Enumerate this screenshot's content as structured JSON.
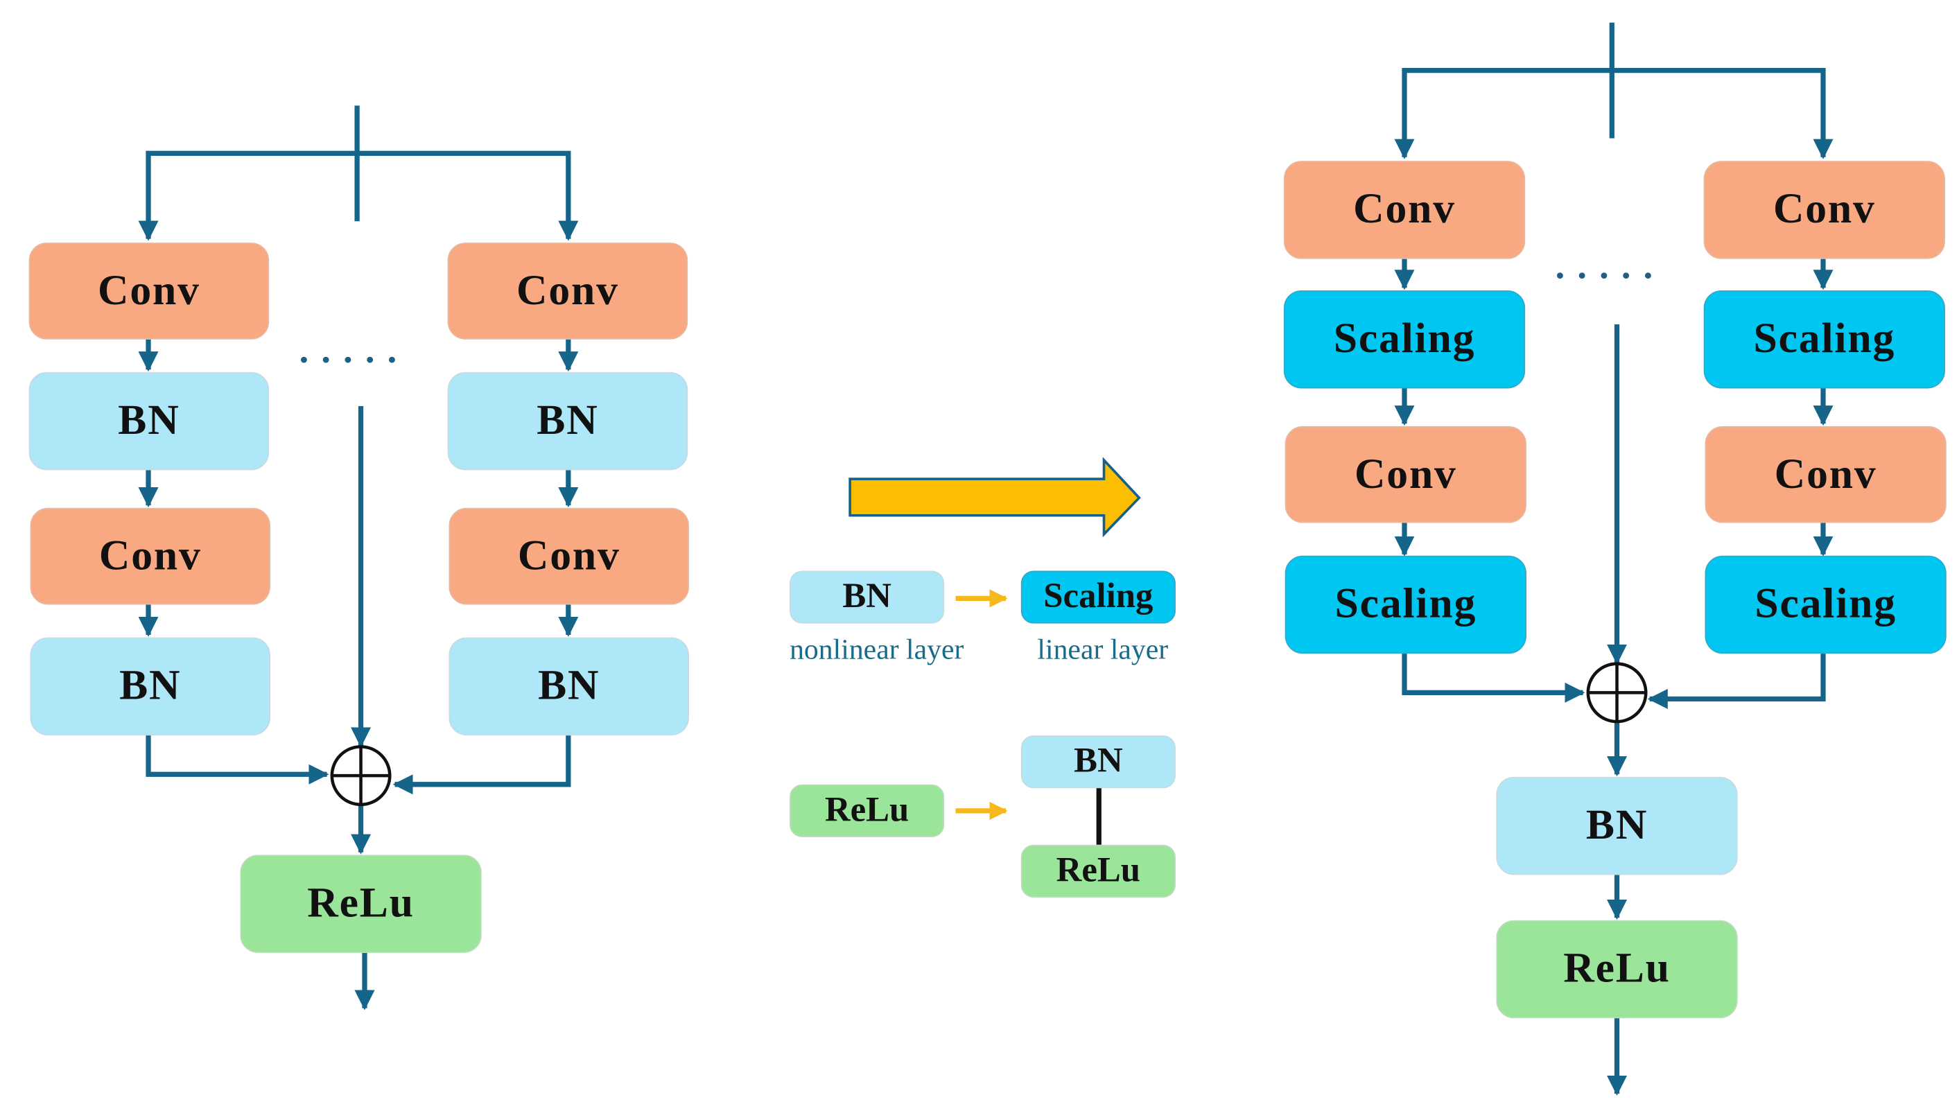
{
  "left_block": {
    "branch_a": [
      "Conv",
      "BN",
      "Conv",
      "BN"
    ],
    "branch_b": [
      "Conv",
      "BN",
      "Conv",
      "BN"
    ],
    "ellipsis": ".....",
    "activation": "ReLu"
  },
  "legend": {
    "row1": {
      "from": "BN",
      "to": "Scaling",
      "from_caption": "nonlinear layer",
      "to_caption": "linear layer"
    },
    "row2": {
      "from": "ReLu",
      "to_top": "BN",
      "to_bottom": "ReLu"
    }
  },
  "right_block": {
    "branch_a": [
      "Conv",
      "Scaling",
      "Conv",
      "Scaling"
    ],
    "branch_b": [
      "Conv",
      "Scaling",
      "Conv",
      "Scaling"
    ],
    "ellipsis": ".....",
    "norm": "BN",
    "activation": "ReLu"
  },
  "colors": {
    "line": "#15648a",
    "conv": "#f9a982",
    "bn": "#aee8f8",
    "scaling": "#00c6f2",
    "relu": "#9ae59a",
    "transform_arrow": "#fbbe00",
    "legend_arrow": "#f6b81c"
  }
}
